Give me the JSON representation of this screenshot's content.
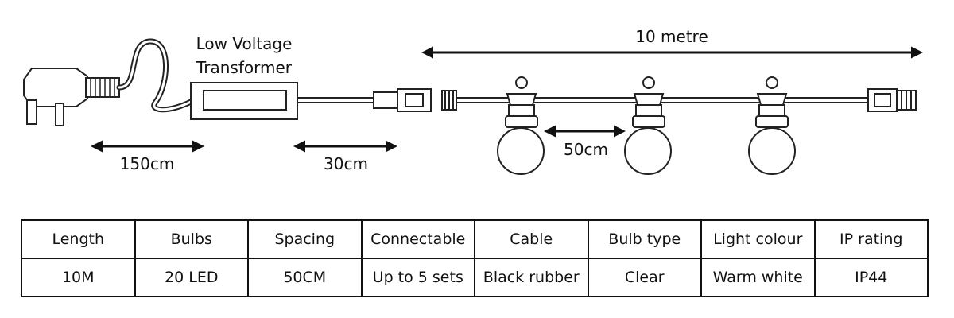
{
  "diagram": {
    "transformer_label_line1": "Low Voltage",
    "transformer_label_line2": "Transformer",
    "plug_cable_length": "150cm",
    "lead_length": "30cm",
    "bulb_spacing": "50cm",
    "total_length": "10 metre"
  },
  "specs": {
    "headers": [
      "Length",
      "Bulbs",
      "Spacing",
      "Connectable",
      "Cable",
      "Bulb type",
      "Light colour",
      "IP rating"
    ],
    "values": [
      "10M",
      "20 LED",
      "50CM",
      "Up to 5 sets",
      "Black rubber",
      "Clear",
      "Warm white",
      "IP44"
    ]
  }
}
